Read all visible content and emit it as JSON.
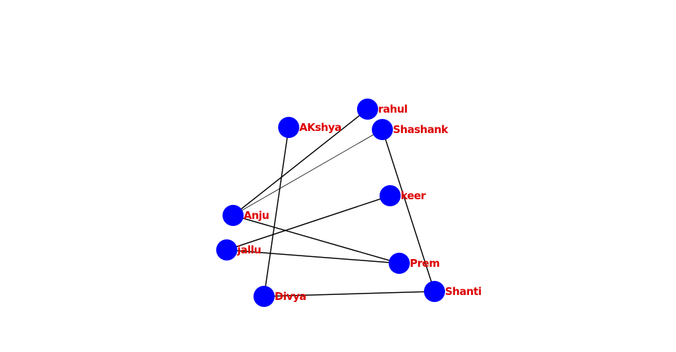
{
  "graph": {
    "node_color": "#0000ff",
    "label_color": "#dd0000",
    "edge_color": "#000000",
    "nodes": [
      {
        "id": "rahul",
        "label": "rahul"
      },
      {
        "id": "akshya",
        "label": "AKshya"
      },
      {
        "id": "shashank",
        "label": "Shashank"
      },
      {
        "id": "keer",
        "label": "keer"
      },
      {
        "id": "anju",
        "label": "Anju"
      },
      {
        "id": "jallu",
        "label": "jallu"
      },
      {
        "id": "prem",
        "label": "Prem"
      },
      {
        "id": "shanti",
        "label": "Shanti"
      },
      {
        "id": "divya",
        "label": "Divya"
      }
    ],
    "edges": [
      {
        "source": "anju",
        "target": "rahul"
      },
      {
        "source": "anju",
        "target": "shashank"
      },
      {
        "source": "anju",
        "target": "prem"
      },
      {
        "source": "akshya",
        "target": "divya"
      },
      {
        "source": "shashank",
        "target": "shanti"
      },
      {
        "source": "jallu",
        "target": "keer"
      },
      {
        "source": "jallu",
        "target": "prem"
      },
      {
        "source": "divya",
        "target": "shanti"
      }
    ]
  }
}
